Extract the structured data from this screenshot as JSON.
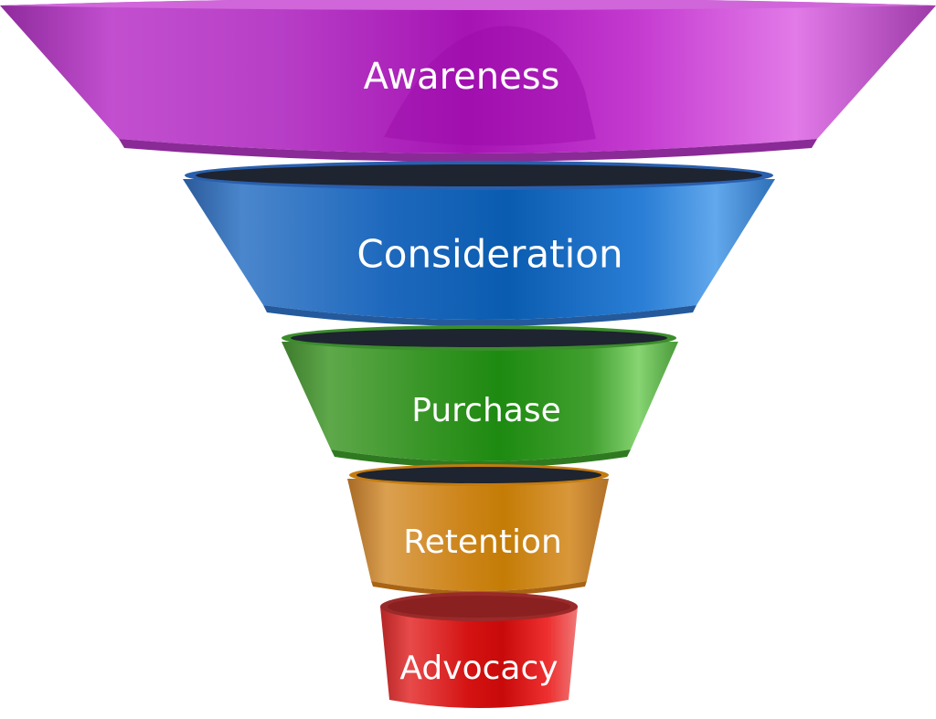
{
  "stages": [
    {
      "label": "Awareness",
      "color": "#b636c4"
    },
    {
      "label": "Consideration",
      "color": "#1b6dc4"
    },
    {
      "label": "Purchase",
      "color": "#2f9a1c"
    },
    {
      "label": "Retention",
      "color": "#cf8a22"
    },
    {
      "label": "Advocacy",
      "color": "#d81f1f"
    }
  ]
}
